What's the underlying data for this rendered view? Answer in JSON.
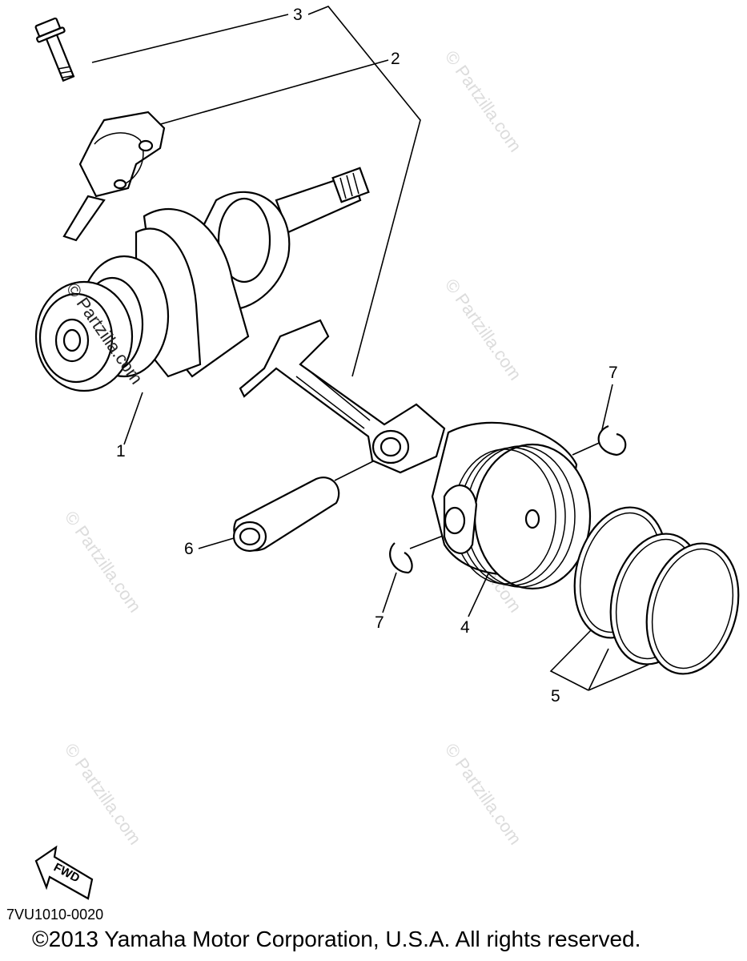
{
  "callouts": [
    {
      "id": "1",
      "label": "1"
    },
    {
      "id": "2",
      "label": "2"
    },
    {
      "id": "3",
      "label": "3"
    },
    {
      "id": "4",
      "label": "4"
    },
    {
      "id": "5",
      "label": "5"
    },
    {
      "id": "6",
      "label": "6"
    },
    {
      "id": "7a",
      "label": "7"
    },
    {
      "id": "7b",
      "label": "7"
    }
  ],
  "watermark": "© Partzilla.com",
  "fwd_label": "FWD",
  "part_code": "7VU1010-0020",
  "copyright": "©2013  Yamaha Motor Corporation, U.S.A. All rights reserved."
}
